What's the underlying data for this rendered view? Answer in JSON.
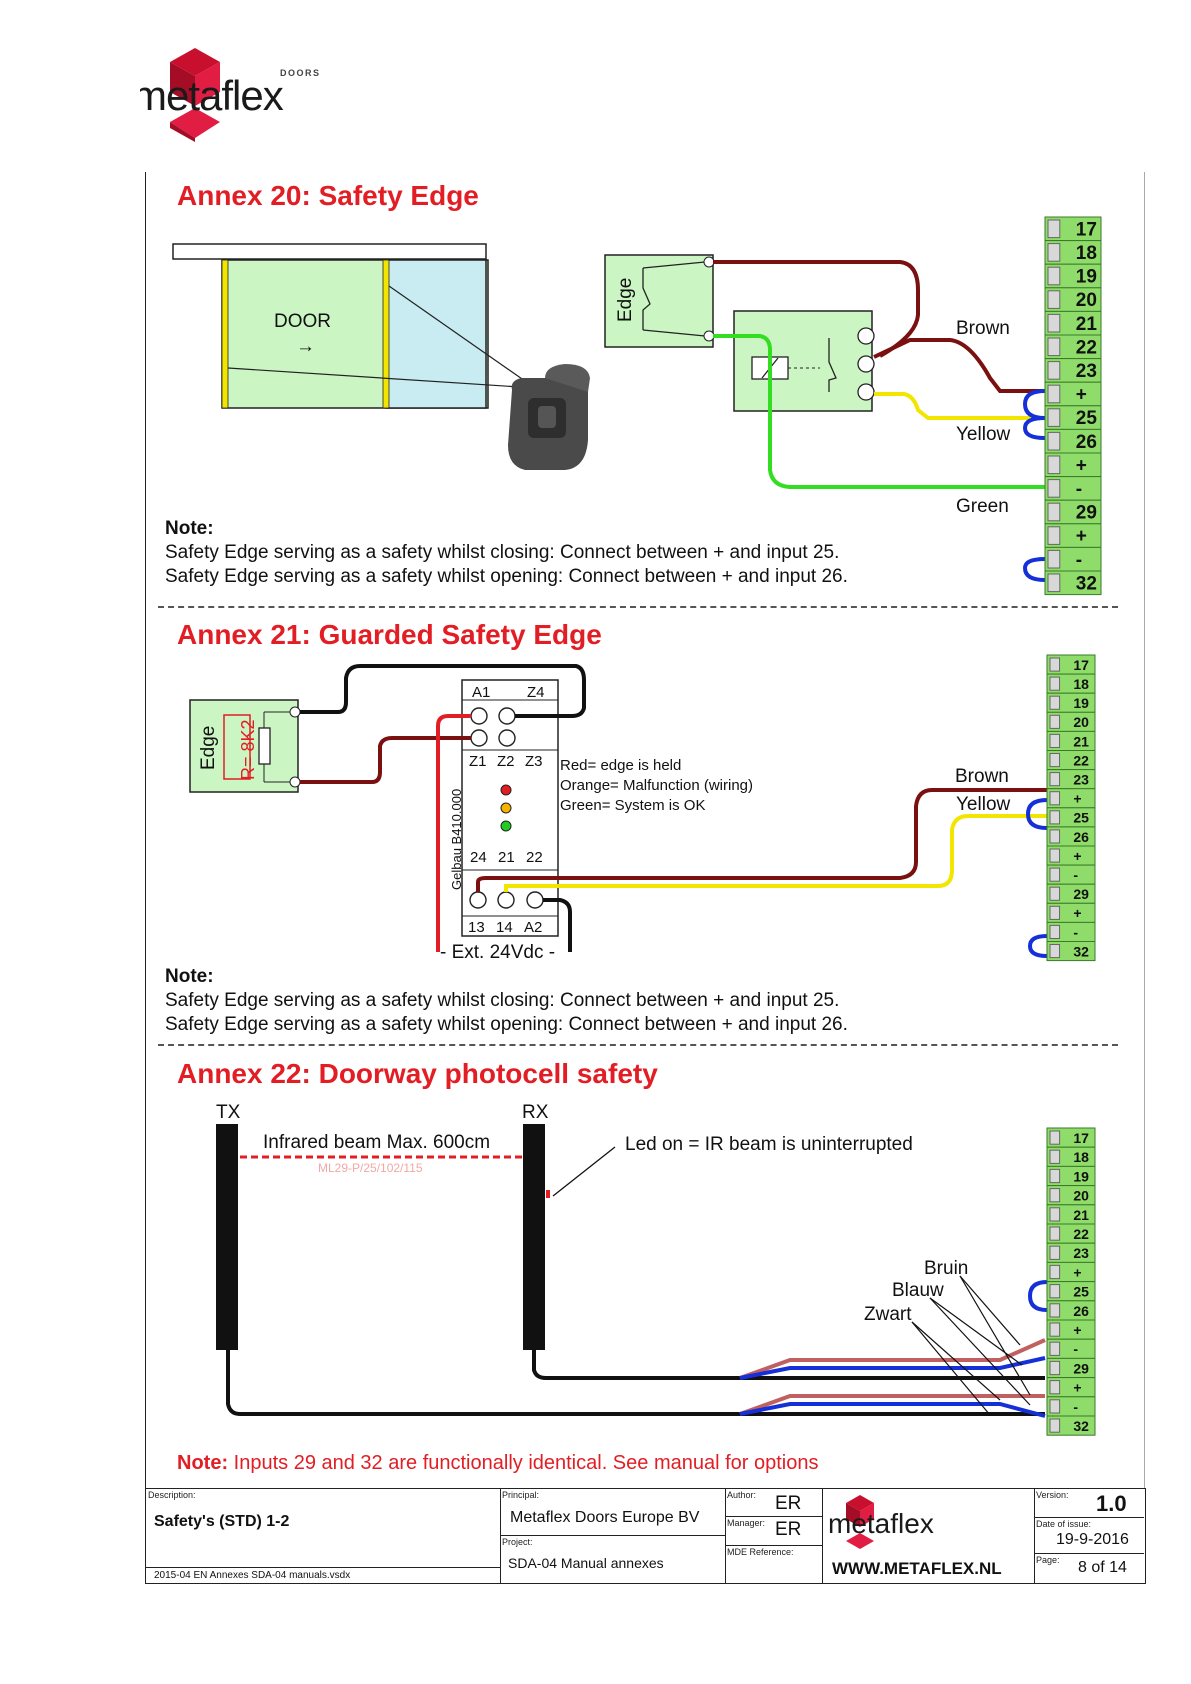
{
  "header": {
    "logo_word": "metaflex",
    "logo_sub": "DOORS"
  },
  "annex20": {
    "title": "Annex 20: Safety Edge",
    "door_label": "DOOR",
    "door_arrow": "→",
    "edge_label": "Edge",
    "wire_brown": "Brown",
    "wire_yellow": "Yellow",
    "wire_green": "Green",
    "terminals": [
      "17",
      "18",
      "19",
      "20",
      "21",
      "22",
      "23",
      "+",
      "25",
      "26",
      "+",
      "-",
      "29",
      "+",
      "-",
      "32"
    ],
    "note_head": "Note:",
    "note_lines": [
      "Safety Edge serving as a safety whilst closing: Connect between + and input 25.",
      "Safety Edge serving as a safety whilst opening: Connect between + and input 26."
    ]
  },
  "annex21": {
    "title": "Annex 21: Guarded Safety Edge",
    "edge_label": "Edge",
    "resistor_label": "R= 8K2",
    "relay_model": "Gelbau B410.000",
    "top_terms": [
      "A1",
      "Z4"
    ],
    "mid_terms": [
      "Z1",
      "Z2",
      "Z3"
    ],
    "out_terms": [
      "24",
      "21",
      "22"
    ],
    "bottom_terms": [
      "13",
      "14",
      "A2"
    ],
    "supply": "- Ext. 24Vdc -",
    "led_notes": [
      "Red= edge is held",
      "Orange= Malfunction (wiring)",
      "Green= System is OK"
    ],
    "wire_brown": "Brown",
    "wire_yellow": "Yellow",
    "terminals": [
      "17",
      "18",
      "19",
      "20",
      "21",
      "22",
      "23",
      "+",
      "25",
      "26",
      "+",
      "-",
      "29",
      "+",
      "-",
      "32"
    ],
    "note_head": "Note:",
    "note_lines": [
      "Safety Edge serving as a safety whilst closing: Connect between + and input 25.",
      "Safety Edge serving as a safety whilst opening: Connect between + and input 26."
    ]
  },
  "annex22": {
    "title": "Annex 22: Doorway photocell safety",
    "tx": "TX",
    "rx": "RX",
    "beam": "Infrared beam Max. 600cm",
    "model": "ML29-P/25/102/115",
    "led_note": "Led on = IR beam is uninterrupted",
    "wire_bruin": "Bruin",
    "wire_blauw": "Blauw",
    "wire_zwart": "Zwart",
    "terminals": [
      "17",
      "18",
      "19",
      "20",
      "21",
      "22",
      "23",
      "+",
      "25",
      "26",
      "+",
      "-",
      "29",
      "+",
      "-",
      "32"
    ],
    "note_head": "Note:",
    "note_text": " Inputs 29 and 32 are functionally identical. See manual for options"
  },
  "footer": {
    "desc_label": "Description:",
    "desc_value": "Safety's (STD) 1-2",
    "file_name": "2015-04 EN Annexes SDA-04 manuals.vsdx",
    "principal_label": "Principal:",
    "principal_value": "Metaflex Doors Europe BV",
    "project_label": "Project:",
    "project_value": "SDA-04 Manual annexes",
    "author_label": "Author:",
    "author_value": "ER",
    "manager_label": "Manager:",
    "manager_value": "ER",
    "mde_label": "MDE Reference:",
    "logo_word": "metaflex",
    "website": "WWW.METAFLEX.NL",
    "version_label": "Version:",
    "version_value": "1.0",
    "date_label": "Date of issue:",
    "date_value": "19-9-2016",
    "page_label": "Page:",
    "page_value": "8 of 14"
  },
  "colors": {
    "accent_red": "#e21d24",
    "terminal_green": "#8fdc6a",
    "wire_brown": "#7a1010",
    "wire_yellow": "#f2e600",
    "wire_green": "#33dd22",
    "wire_blue": "#1530d8",
    "panel_green": "#ccf5c4"
  }
}
